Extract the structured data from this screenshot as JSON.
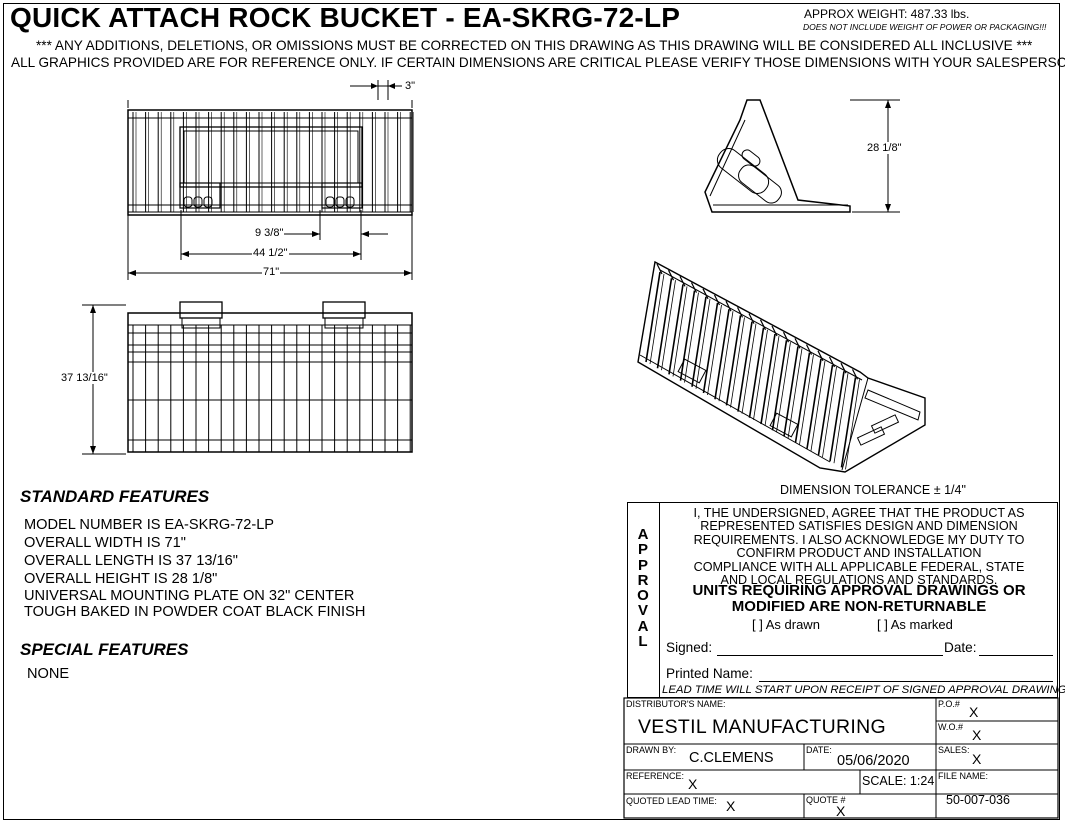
{
  "header": {
    "title": "QUICK ATTACH ROCK BUCKET - EA-SKRG-72-LP",
    "approx_weight": "APPROX WEIGHT: 487.33 lbs.",
    "weight_note": "DOES NOT INCLUDE WEIGHT OF POWER OR PACKAGING!!!",
    "notice_1": "*** ANY ADDITIONS, DELETIONS, OR OMISSIONS MUST BE CORRECTED ON THIS DRAWING AS THIS DRAWING WILL BE CONSIDERED ALL INCLUSIVE ***",
    "notice_2": "ALL GRAPHICS PROVIDED ARE FOR REFERENCE ONLY. IF CERTAIN DIMENSIONS ARE CRITICAL PLEASE VERIFY THOSE DIMENSIONS WITH YOUR SALESPERSON"
  },
  "dimensions": {
    "tine_spacing": "3\"",
    "plate_width": "9 3/8\"",
    "center_distance": "44 1/2\"",
    "overall_width": "71\"",
    "overall_length": "37 13/16\"",
    "overall_height": "28 1/8\"",
    "tolerance": "DIMENSION TOLERANCE ± 1/4\""
  },
  "standard_features": {
    "heading": "STANDARD FEATURES",
    "items": [
      "MODEL NUMBER IS EA-SKRG-72-LP",
      "OVERALL WIDTH IS  71\"",
      "OVERALL LENGTH IS  37 13/16\"",
      "OVERALL HEIGHT IS  28 1/8\"",
      "UNIVERSAL MOUNTING PLATE ON 32\" CENTER",
      "TOUGH BAKED IN POWDER COAT BLACK FINISH"
    ]
  },
  "special_features": {
    "heading": "SPECIAL FEATURES",
    "items": [
      "NONE"
    ]
  },
  "approval": {
    "vertical_label": [
      "A",
      "P",
      "P",
      "R",
      "O",
      "V",
      "A",
      "L"
    ],
    "statement_lines": [
      "I, THE UNDERSIGNED, AGREE THAT THE PRODUCT AS",
      "REPRESENTED SATISFIES DESIGN AND DIMENSION",
      "REQUIREMENTS.  I ALSO ACKNOWLEDGE MY DUTY TO",
      "CONFIRM PRODUCT AND INSTALLATION",
      "COMPLIANCE WITH ALL APPLICABLE FEDERAL, STATE",
      "AND LOCAL REGULATIONS AND STANDARDS."
    ],
    "warning_lines": [
      "UNITS REQUIRING APPROVAL DRAWINGS OR",
      "MODIFIED ARE NON-RETURNABLE"
    ],
    "as_drawn": "[   ] As drawn",
    "as_marked": "[   ] As marked",
    "signed_label": "Signed:",
    "date_label": "Date:",
    "printed_name_label": "Printed Name:",
    "lead_time_note": "LEAD TIME WILL START UPON RECEIPT OF SIGNED APPROVAL DRAWING"
  },
  "title_block": {
    "distributor_label": "DISTRIBUTOR'S NAME:",
    "distributor": "VESTIL MANUFACTURING",
    "po_label": "P.O.#",
    "po": "X",
    "wo_label": "W.O.#",
    "wo": "X",
    "drawn_by_label": "DRAWN BY:",
    "drawn_by": "C.CLEMENS",
    "date_label": "DATE:",
    "date": "05/06/2020",
    "sales_label": "SALES:",
    "sales": "X",
    "reference_label": "REFERENCE:",
    "reference": "X",
    "scale": "SCALE: 1:24",
    "file_name_label": "FILE NAME:",
    "file_name": "50-007-036",
    "quoted_lead_time_label": "QUOTED LEAD TIME:",
    "quoted_lead_time": "X",
    "quote_label": "QUOTE #",
    "quote": "X"
  }
}
